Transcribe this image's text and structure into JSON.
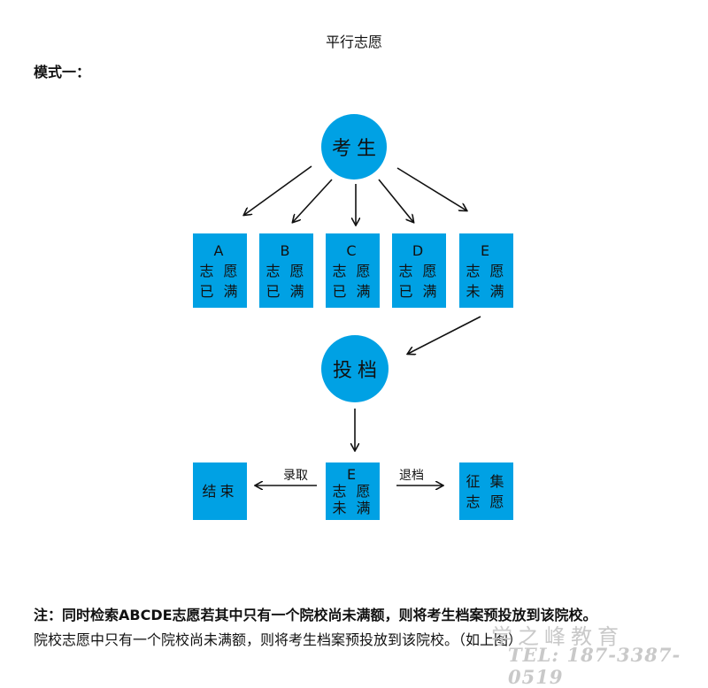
{
  "title": "平行志愿",
  "mode_label": "模式一：",
  "nodes": {
    "student": "考生",
    "cast": "投档",
    "end": "结束",
    "collect": [
      "征 集",
      "志 愿"
    ]
  },
  "choice_boxes": [
    {
      "letter": "A",
      "line1": "志 愿",
      "line2": "已 满"
    },
    {
      "letter": "B",
      "line1": "志 愿",
      "line2": "已 满"
    },
    {
      "letter": "C",
      "line1": "志 愿",
      "line2": "已 满"
    },
    {
      "letter": "D",
      "line1": "志 愿",
      "line2": "已 满"
    },
    {
      "letter": "E",
      "line1": "志 愿",
      "line2": "未 满"
    }
  ],
  "result_box": {
    "letter": "E",
    "line1": "志 愿",
    "line2": "未 满"
  },
  "edges": {
    "admit": "录取",
    "return": "退档"
  },
  "notes": {
    "line1": "注：同时检索ABCDE志愿若其中只有一个院校尚未满额，则将考生档案预投放到该院校。",
    "line2": "院校志愿中只有一个院校尚未满额，则将考生档案预投放到该院校。（如上图）"
  },
  "watermark": {
    "brand": "学之峰教育",
    "tel": "TEL: 187-3387-0519"
  },
  "colors": {
    "node_fill": "#00a1e4",
    "arrow": "#111111"
  }
}
